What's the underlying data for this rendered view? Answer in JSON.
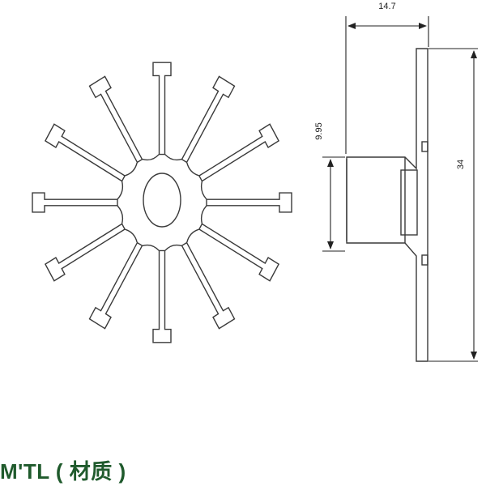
{
  "dimensions": {
    "width_label": "14.7",
    "bore_label": "9.95",
    "height_label": "34"
  },
  "material": {
    "label": "M'TL ( 材质 )"
  },
  "colors": {
    "line": "#3a3a3a",
    "accent": "#1f5a2c",
    "background": "#ffffff"
  }
}
